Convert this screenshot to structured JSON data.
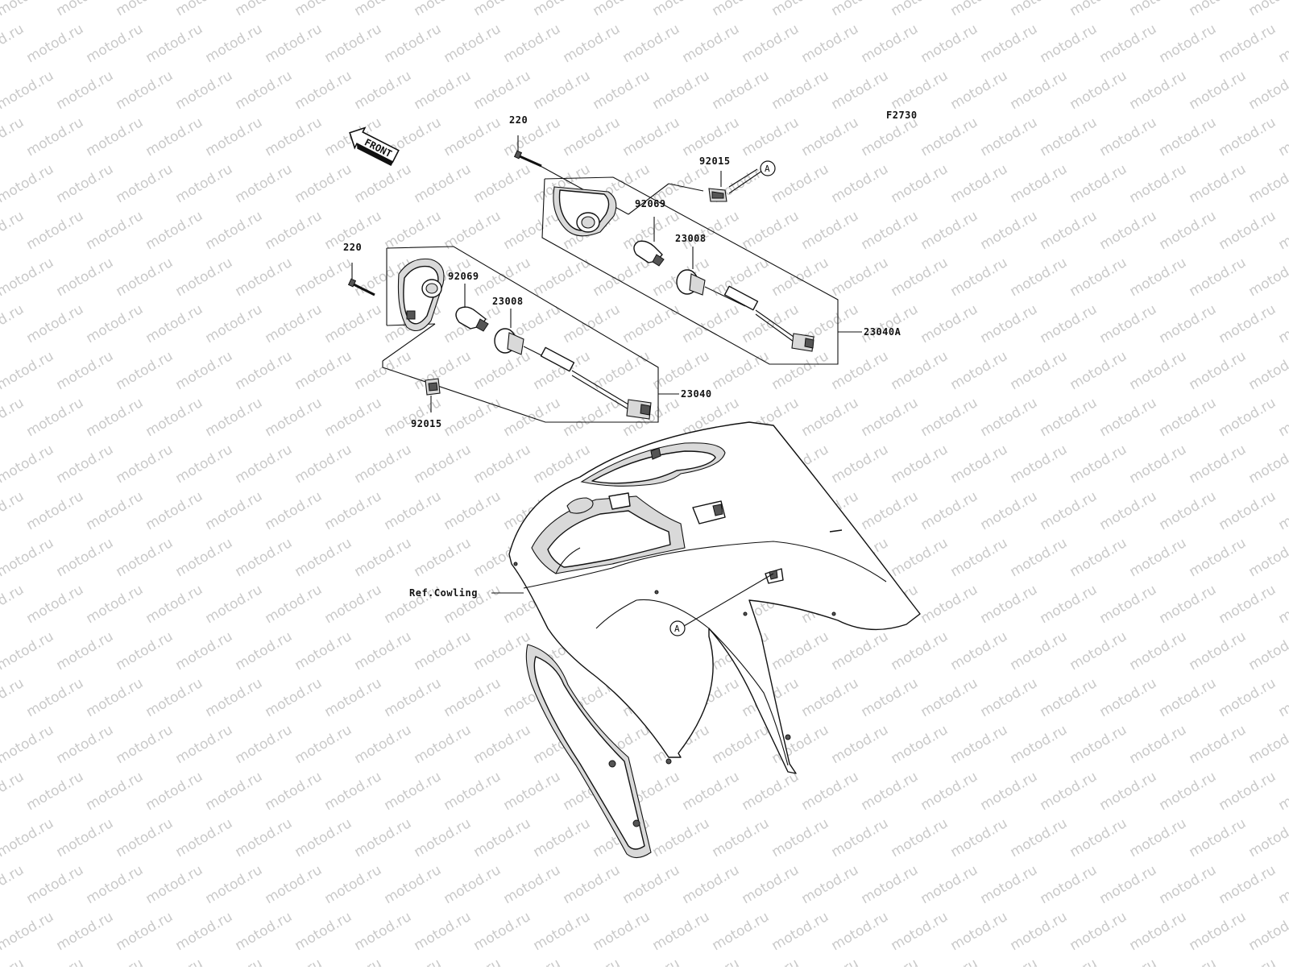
{
  "watermark": {
    "text": "motod.ru"
  },
  "figure_code": "F2730",
  "front_arrow": "FRONT",
  "callouts": [
    {
      "id": "screw_right",
      "label": "220"
    },
    {
      "id": "clip_right",
      "label": "92015"
    },
    {
      "id": "bulb_right",
      "label": "92069"
    },
    {
      "id": "socket_right",
      "label": "23008"
    },
    {
      "id": "assy_right",
      "label": "23040A"
    },
    {
      "id": "screw_left",
      "label": "220"
    },
    {
      "id": "bulb_left",
      "label": "92069"
    },
    {
      "id": "socket_left",
      "label": "23008"
    },
    {
      "id": "assy_left",
      "label": "23040"
    },
    {
      "id": "clip_left",
      "label": "92015"
    },
    {
      "id": "cowling",
      "label": "Ref.Cowling"
    }
  ],
  "reference_markers": [
    {
      "id": "ref_a_top",
      "label": "A"
    },
    {
      "id": "ref_a_bottom",
      "label": "A"
    }
  ]
}
